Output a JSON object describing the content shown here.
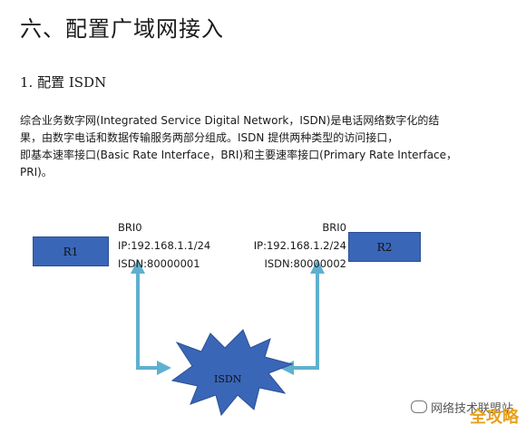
{
  "title": "六、配置广域网接入",
  "subtitle": "1. 配置 ISDN",
  "paragraph": [
    "综合业务数字网(Integrated Service Digital Network，ISDN)是电话网络数字化的结",
    "果，由数字电话和数据传输服务两部分组成。ISDN 提供两种类型的访问接口，",
    "即基本速率接口(Basic Rate Interface，BRI)和主要速率接口(Primary Rate Interface，",
    "PRI)。"
  ],
  "diagram": {
    "r1": {
      "label": "R1",
      "iface": "BRI0",
      "ip": "IP:192.168.1.1/24",
      "isdn": "ISDN:80000001"
    },
    "r2": {
      "label": "R2",
      "iface": "BRI0",
      "ip": "IP:192.168.1.2/24",
      "isdn": "ISDN:80000002"
    },
    "cloud_label": "ISDN"
  },
  "watermark": "网络技术联盟站",
  "brand": "全攻略",
  "colors": {
    "box": "#3a66b8",
    "arrow": "#5fb0cf",
    "cloud": "#3a66b8",
    "brand": "#e7a11f"
  }
}
